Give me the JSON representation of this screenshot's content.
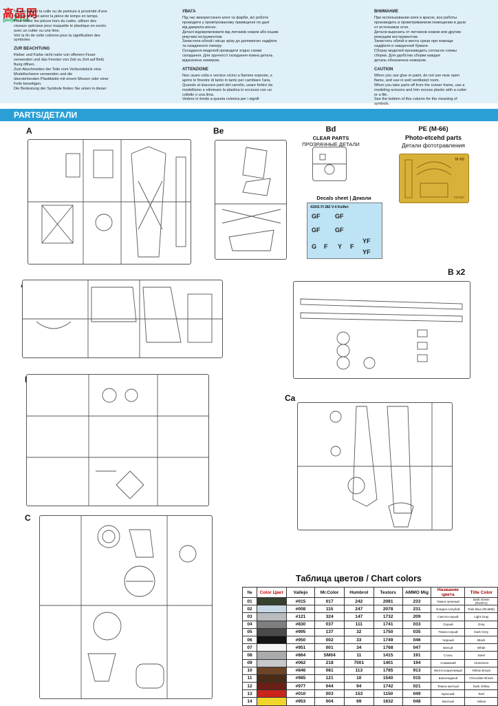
{
  "watermark": {
    "title": "高品网",
    "subtitle": "gaopin.com"
  },
  "header": {
    "col1": {
      "lines_top": [
        "Ne pas utiliser la colle ou de peinture à proximité d'une",
        "flamme nue, et aérer la pièce de temps en temps.",
        "Pour retirer les pièces hors du cadre, utiliser des",
        "ciseaux spéciaux pour maquette le plastique en excès",
        "avec un cutter ou une lime.",
        "Voir la fin de cette colonne pour la signification des",
        "symboles"
      ],
      "heading": "ZUR BEACHTUNG",
      "lines": [
        "Kleber und Farbe nicht nahe von offenem Feuer",
        "verwenden und das Fenster von Zeit zu Zeit auf Belü",
        "ftung öffnen.",
        "Zum Abschneiden  der Teile vom Verbundstück eine",
        "Modellscheere  verwenden  und  die",
        "überstehenden Plastikteile mit einem Messer oder einer",
        "Feile beseitigen.",
        "Die Bedeutung der Symbole finden Sie unten in dieser"
      ]
    },
    "col2": {
      "heading1": "УВАГА",
      "lines1": [
        "Під час використання клея та фарби, всі роботи",
        "проводити у провітрюваному  приміщенні  по  далі",
        "від джерела   вогню.",
        "Деталі відокремлювати від литників ножем або іншим",
        "ріжучим інструментом.",
        "Зачистити облой і місце зрізу до допомогою надфіля",
        "та наждачного паперу.",
        "Складання моделей проводити згідно  схеми",
        "складання. Для зручності складання кожна деталь",
        "відзначена номером."
      ],
      "heading2": "ATTENZIONE",
      "lines2": [
        "Non usare colla e vernice vicino a fiamme esposte, e",
        "aprire le finestre di tanto in tanto per cambiare l'aria.",
        "Quando al staccare parti del carrello, usare forbici da",
        "modellismo e eliminare la plastica in eccesso con un",
        "coltello o una lima.",
        "Vedere in fondo a questa colonna per i signifi"
      ]
    },
    "col3": {
      "heading1": "ВНИМАНИЕ",
      "lines1": [
        "При использовании клея и красок, все работы",
        "производить в проветриваемом помещении в дали",
        "от источников огня.",
        "Детали вырезать от литников ножом или другим",
        "режущим инструментом.",
        "Зачистить облой и места среза при помощи",
        "надфиля и наждачной бумаги.",
        "Сборку моделей производить согласно схемы",
        "сборки. Для удобства сборки каждая",
        "деталь обозначена номером."
      ],
      "heading2": "CAUTION",
      "lines2": [
        "When you use glue or paint, do not use near open",
        "flame, and use in well ventilated room.",
        "When you take parts off from the runner frame, use a",
        "modeling scissors and trim excess plastic with a cutter",
        "or a file.",
        "See the bottom of this column for the meaning of",
        "symbols."
      ]
    }
  },
  "parts_bar": {
    "label": "PARTS/ДЕТАЛИ"
  },
  "sprues": {
    "a": "A",
    "be": "Be",
    "ad": "Ad",
    "bx2": "B x2",
    "d": "D",
    "ca": "Ca",
    "c": "C"
  },
  "clear_parts": {
    "code": "Bd",
    "title": "CLEAR PARTS",
    "subtitle": "ПРОЗРАЧНЫЕ ДЕТАЛИ"
  },
  "decals": {
    "title": "Decals sheet | Деколи",
    "sheet_header": "41001 FI 282 V-4 Kolibri",
    "codes": [
      "GF",
      "GF",
      "GF",
      "GF",
      "YF",
      "YF",
      "G",
      "F",
      "Y",
      "F"
    ]
  },
  "pe": {
    "code": "PE (M-66)",
    "title": "Photo-etcehd parts",
    "subtitle": "Детали фототравления",
    "tag": "M-66",
    "brand": "miniart"
  },
  "chart_colors": {
    "title": "Таблица цветов / Chart colors",
    "headers": [
      "№",
      "Color\nЦвет",
      "Vallejo",
      "Mr.Color",
      "Humbrol",
      "Testors",
      "AMMO Mig",
      "Название цвета",
      "Title Color"
    ],
    "rows": [
      {
        "n": "01",
        "color": "#36402f",
        "vallejo": "#015",
        "mrcolor": "017",
        "humbrol": "242",
        "testors": "2081",
        "ammo": "233",
        "ru": "Темно-зеленый",
        "en": "Dark Green (RLM71)"
      },
      {
        "n": "02",
        "color": "#c8d8e6",
        "vallejo": "#008",
        "mrcolor": "115",
        "humbrol": "247",
        "testors": "2078",
        "ammo": "231",
        "ru": "Бледно-голубой",
        "en": "Pale Blue (RLM65)"
      },
      {
        "n": "03",
        "color": "#b9bcbd",
        "vallejo": "#121",
        "mrcolor": "324",
        "humbrol": "147",
        "testors": "1732",
        "ammo": "209",
        "ru": "Светло-серый",
        "en": "Light Gray"
      },
      {
        "n": "04",
        "color": "#7d7f80",
        "vallejo": "#830",
        "mrcolor": "037",
        "humbrol": "111",
        "testors": "1741",
        "ammo": "033",
        "ru": "Серый",
        "en": "Gray"
      },
      {
        "n": "05",
        "color": "#4a4a4a",
        "vallejo": "#995",
        "mrcolor": "137",
        "humbrol": "32",
        "testors": "1750",
        "ammo": "035",
        "ru": "Темно-серый",
        "en": "Dark Grey"
      },
      {
        "n": "06",
        "color": "#141414",
        "vallejo": "#950",
        "mrcolor": "002",
        "humbrol": "33",
        "testors": "1749",
        "ammo": "046",
        "ru": "Черный",
        "en": "Black"
      },
      {
        "n": "07",
        "color": "#f4f4f4",
        "vallejo": "#951",
        "mrcolor": "001",
        "humbrol": "34",
        "testors": "1768",
        "ammo": "047",
        "ru": "Белый",
        "en": "White"
      },
      {
        "n": "08",
        "color": "#a9abad",
        "vallejo": "#864",
        "mrcolor": "SM04",
        "humbrol": "11",
        "testors": "1415",
        "ammo": "191",
        "ru": "Сталь",
        "en": "Steel"
      },
      {
        "n": "09",
        "color": "#c6c8ca",
        "vallejo": "#062",
        "mrcolor": "218",
        "humbrol": "7001",
        "testors": "1401",
        "ammo": "194",
        "ru": "Алюминий",
        "en": "Aluminium"
      },
      {
        "n": "10",
        "color": "#6d4428",
        "vallejo": "#846",
        "mrcolor": "081",
        "humbrol": "113",
        "testors": "1785",
        "ammo": "913",
        "ru": "Желто-коричневый",
        "en": "Yellow Brown"
      },
      {
        "n": "11",
        "color": "#4a2b18",
        "vallejo": "#985",
        "mrcolor": "121",
        "humbrol": "10",
        "testors": "1540",
        "ammo": "015",
        "ru": "Шоколадный",
        "en": "Chocolate Brown"
      },
      {
        "n": "12",
        "color": "#6a1f14",
        "vallejo": "#977",
        "mrcolor": "044",
        "humbrol": "94",
        "testors": "1742",
        "ammo": "021",
        "ru": "Темно-желтый",
        "en": "Dark Yellow"
      },
      {
        "n": "13",
        "color": "#c9241d",
        "vallejo": "#010",
        "mrcolor": "003",
        "humbrol": "153",
        "testors": "1150",
        "ammo": "049",
        "ru": "Красный",
        "en": "Red"
      },
      {
        "n": "14",
        "color": "#f1d52b",
        "vallejo": "#953",
        "mrcolor": "004",
        "humbrol": "69",
        "testors": "1632",
        "ammo": "048",
        "ru": "Желтый",
        "en": "Yellow"
      }
    ]
  }
}
